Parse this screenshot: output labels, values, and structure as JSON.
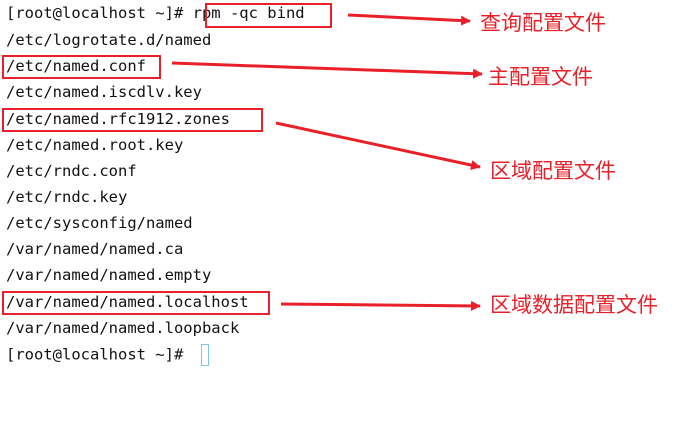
{
  "terminal": {
    "prompt1": "[root@localhost ~]# ",
    "command": "rpm -qc bind",
    "lines": [
      "/etc/logrotate.d/named",
      "/etc/named.conf",
      "/etc/named.iscdlv.key",
      "/etc/named.rfc1912.zones",
      "/etc/named.root.key",
      "/etc/rndc.conf",
      "/etc/rndc.key",
      "/etc/sysconfig/named",
      "/var/named/named.ca",
      "/var/named/named.empty",
      "/var/named/named.localhost",
      "/var/named/named.loopback"
    ],
    "prompt2": "[root@localhost ~]# "
  },
  "annotations": {
    "query_config": "查询配置文件",
    "main_config": "主配置文件",
    "zone_config": "区域配置文件",
    "zone_data_config": "区域数据配置文件"
  },
  "colors": {
    "highlight": "#e8202a",
    "text": "#111111",
    "cursor": "#7fc6d8"
  }
}
